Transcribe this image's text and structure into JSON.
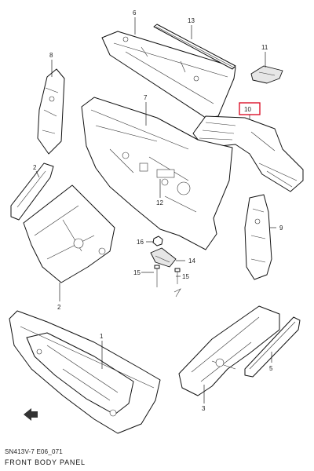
{
  "diagram": {
    "callouts": [
      {
        "id": "1",
        "label": "1"
      },
      {
        "id": "2a",
        "label": "2"
      },
      {
        "id": "2b",
        "label": "2"
      },
      {
        "id": "3",
        "label": "3"
      },
      {
        "id": "5",
        "label": "5"
      },
      {
        "id": "6",
        "label": "6"
      },
      {
        "id": "7",
        "label": "7"
      },
      {
        "id": "8",
        "label": "8"
      },
      {
        "id": "9",
        "label": "9"
      },
      {
        "id": "10",
        "label": "10"
      },
      {
        "id": "11",
        "label": "11"
      },
      {
        "id": "12",
        "label": "12"
      },
      {
        "id": "13",
        "label": "13"
      },
      {
        "id": "14",
        "label": "14"
      },
      {
        "id": "15a",
        "label": "15"
      },
      {
        "id": "15b",
        "label": "15"
      },
      {
        "id": "16",
        "label": "16"
      }
    ],
    "highlight_color": "#d9001b",
    "footer": {
      "code": "SN413V-7 E06_071",
      "title": "FRONT BODY PANEL"
    }
  }
}
